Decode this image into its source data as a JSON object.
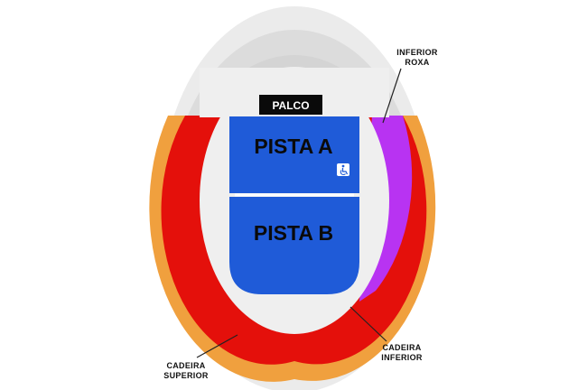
{
  "map": {
    "stage_label": "PALCO",
    "sectors": [
      {
        "id": "pista-a",
        "label": "PISTA A",
        "color": "#1f5bd8"
      },
      {
        "id": "pista-b",
        "label": "PISTA B",
        "color": "#1f5bd8"
      },
      {
        "id": "cadeira-inferior",
        "label_line1": "CADEIRA",
        "label_line2": "INFERIOR",
        "color": "#e4100b"
      },
      {
        "id": "cadeira-superior",
        "label_line1": "CADEIRA",
        "label_line2": "SUPERIOR",
        "color": "#f0a03e"
      },
      {
        "id": "inferior-roxa",
        "label_line1": "INFERIOR",
        "label_line2": "ROXA",
        "color": "#b833f2"
      }
    ],
    "accessibility_icon": "wheelchair-icon"
  }
}
